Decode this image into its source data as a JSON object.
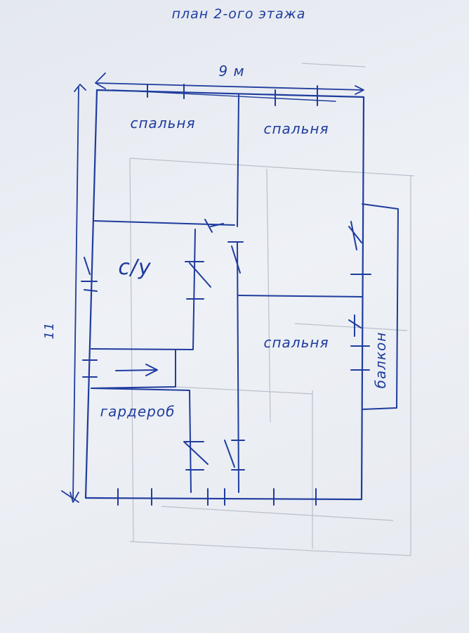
{
  "title": "план 2-ого этажа",
  "dimensions": {
    "width": "9 м",
    "height": "11"
  },
  "rooms": {
    "bedroom_top_left": "спальня",
    "bedroom_top_right": "спальня",
    "bathroom": "с/у",
    "bedroom_right": "спальня",
    "wardrobe": "гардероб",
    "balcony": "балкон"
  },
  "colors": {
    "ink": "#1f3c9e",
    "paper": "#e8ebf1"
  }
}
